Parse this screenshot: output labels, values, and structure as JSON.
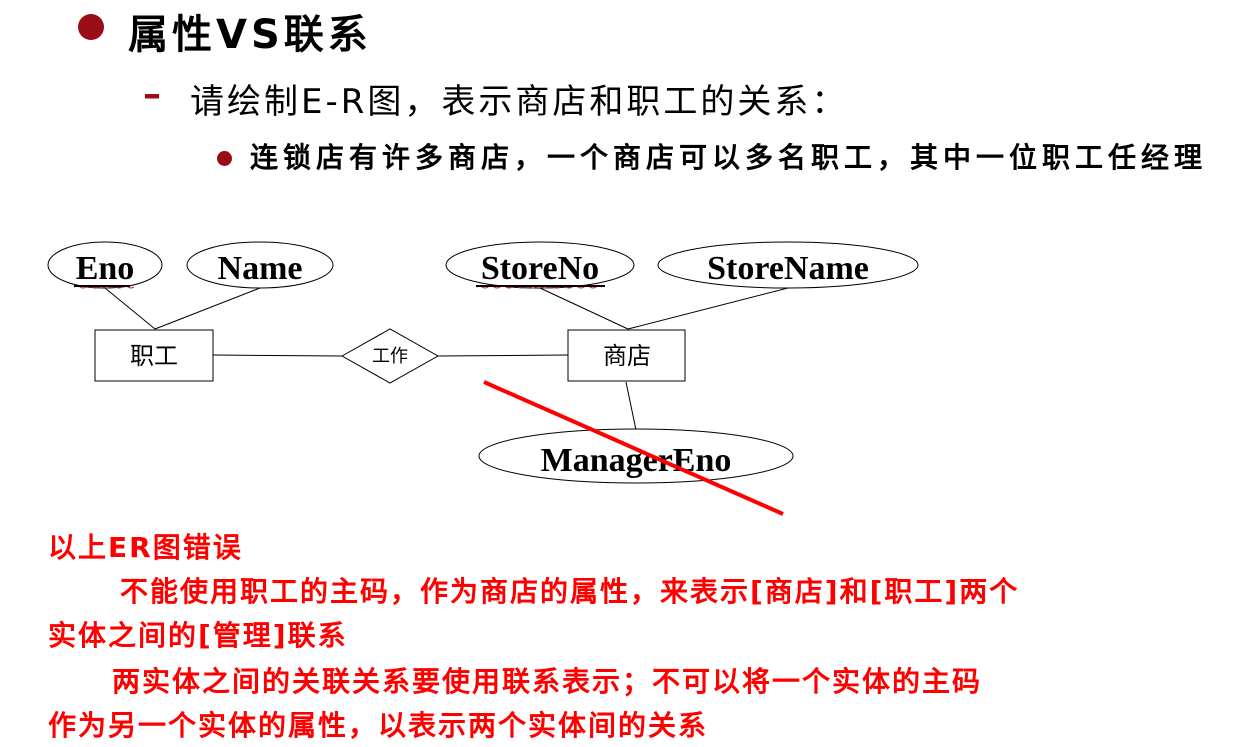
{
  "heading": "属性VS联系",
  "subheading": "请绘制E-R图，表示商店和职工的关系：",
  "bullet_text": "连锁店有许多商店，一个商店可以多名职工，其中一位职工任经理",
  "diagram": {
    "attributes": {
      "eno": "Eno",
      "name": "Name",
      "store_no": "StoreNo",
      "store_name": "StoreName",
      "manager_eno": "ManagerEno"
    },
    "entities": {
      "employee": "职工",
      "store": "商店"
    },
    "relationship": "工作",
    "cross_color": "#ff0000"
  },
  "notes": {
    "line1": "以上ER图错误",
    "line2": "不能使用职工的主码，作为商店的属性，来表示[商店]和[职工]两个",
    "line3": "实体之间的[管理]联系",
    "line4": "两实体之间的关联关系要使用联系表示；不可以将一个实体的主码",
    "line5": "作为另一个实体的属性，以表示两个实体间的关系",
    "color": "#ff0000"
  }
}
